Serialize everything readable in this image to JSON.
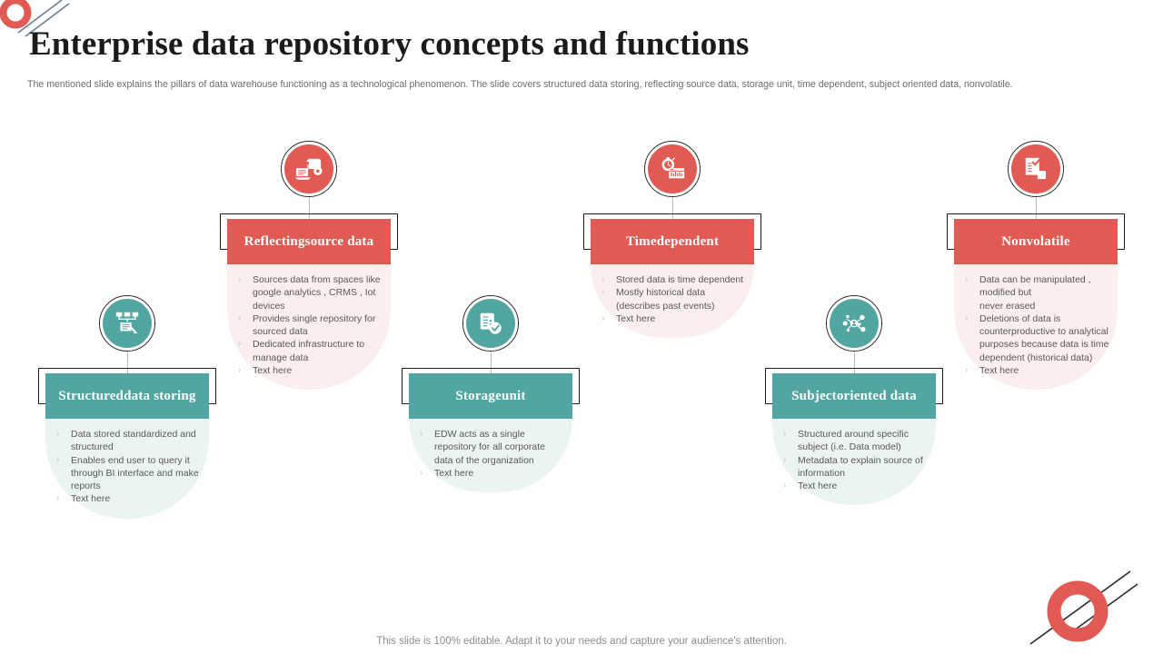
{
  "header": {
    "title": "Enterprise data repository concepts and functions",
    "subtitle": "The mentioned slide explains the pillars of data warehouse functioning as a technological phenomenon. The slide covers structured data storing, reflecting source data, storage unit, time dependent, subject oriented data, nonvolatile."
  },
  "footer": {
    "note": "This slide is 100% editable. Adapt it to your needs and capture your audience's attention."
  },
  "colors": {
    "teal": "#52a6a2",
    "teal_body": "#ecf4f2",
    "red": "#e15b54",
    "red_body": "#fbeeee",
    "title_text": "#1b1b1b",
    "body_text": "#595959"
  },
  "pillars": [
    {
      "id": "structured-data-storing",
      "title_line1": "Structured",
      "title_line2": "data storing",
      "variant": "teal",
      "icon": "org-chart-data-icon",
      "bullets": [
        "Data stored standardized and structured",
        "Enables end user to query it through BI interface and make reports",
        "Text here"
      ]
    },
    {
      "id": "reflecting-source-data",
      "title_line1": "Reflecting",
      "title_line2": "source data",
      "variant": "red",
      "icon": "cloud-device-sync-icon",
      "bullets": [
        "Sources data from spaces like google analytics , CRMS , Iot devices",
        "Provides single repository for sourced data",
        "Dedicated infrastructure to manage data",
        "Text here"
      ]
    },
    {
      "id": "storage-unit",
      "title_line1": "Storage",
      "title_line2": "unit",
      "variant": "teal",
      "icon": "database-check-icon",
      "bullets": [
        "EDW acts as a single repository for all corporate data of the organization",
        "Text here"
      ]
    },
    {
      "id": "time-dependent",
      "title_line1": "Time",
      "title_line2": "dependent",
      "variant": "red",
      "icon": "stopwatch-chart-icon",
      "bullets": [
        "Stored data is time dependent",
        "Mostly historical data (describes past events)",
        "Text here"
      ]
    },
    {
      "id": "subject-oriented-data",
      "title_line1": "Subject",
      "title_line2": "oriented data",
      "variant": "teal",
      "icon": "network-user-icon",
      "bullets": [
        "Structured around specific subject (i.e. Data model)",
        "Metadata to explain source of information",
        "Text here"
      ]
    },
    {
      "id": "nonvolatile",
      "title_line1": "Nonvolatile",
      "title_line2": "",
      "variant": "red",
      "icon": "checklist-document-icon",
      "bullets": [
        "Data can be manipulated , modified but\nnever erased",
        "Deletions of data is counterproductive to analytical purposes because data is time dependent (historical data)",
        "Text here"
      ]
    }
  ],
  "decorations": {
    "top_left": "ring-with-lines-decoration",
    "bottom_right": "ring-with-lines-decoration"
  },
  "bullet_marker": "›"
}
